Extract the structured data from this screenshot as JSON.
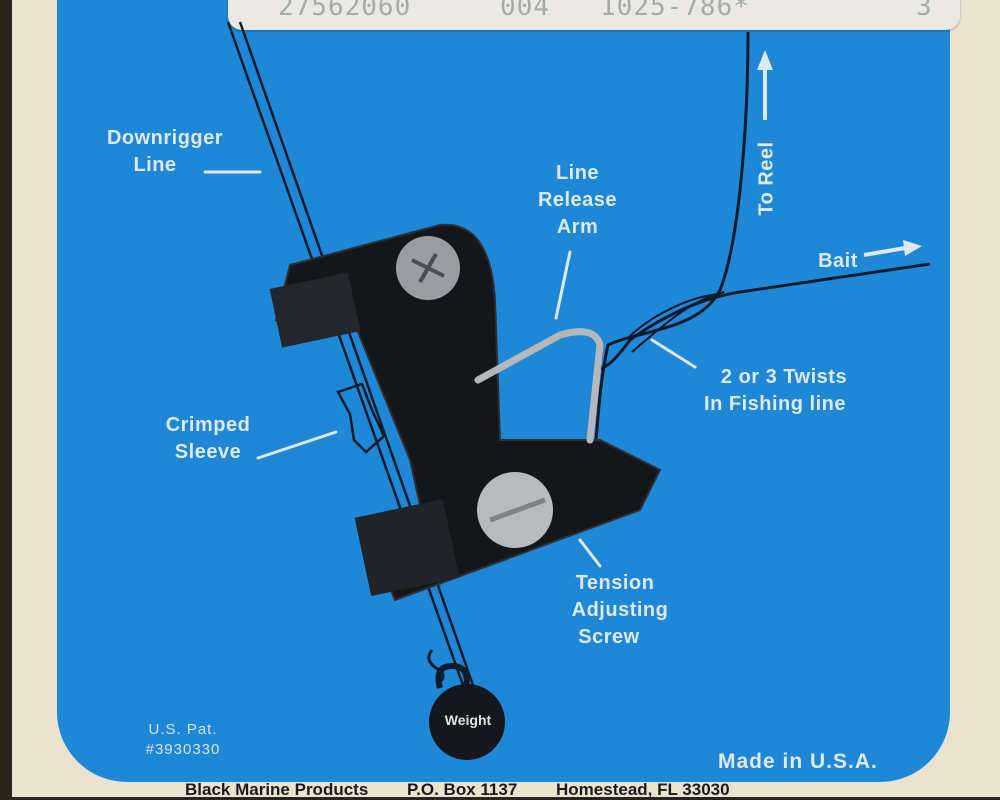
{
  "sticker": {
    "code1": "27562060",
    "code2": "004",
    "code3": "1025-786*",
    "code4": "3"
  },
  "labels": {
    "downrigger_line": [
      "Downrigger",
      "Line"
    ],
    "line_release_arm": [
      "Line",
      "Release",
      "Arm"
    ],
    "to_reel": "To Reel",
    "bait": "Bait",
    "twists": [
      "2 or 3 Twists",
      "In Fishing line"
    ],
    "crimped_sleeve": [
      "Crimped",
      "Sleeve"
    ],
    "tension_screw": [
      "Tension",
      "Adjusting",
      "Screw"
    ],
    "weight": "Weight"
  },
  "patent": {
    "line1": "U.S. Pat.",
    "line2": "#3930330"
  },
  "made_in": "Made in U.S.A.",
  "footer": {
    "company": "Black Marine Products",
    "po_box": "P.O. Box 1137",
    "city": "Homestead, FL 33030"
  },
  "colors": {
    "panel_blue": "#1e88d6",
    "card_cream": "#e9e3cf",
    "label_text": "#dfe8ee",
    "line_dark": "#0f1a2a"
  }
}
